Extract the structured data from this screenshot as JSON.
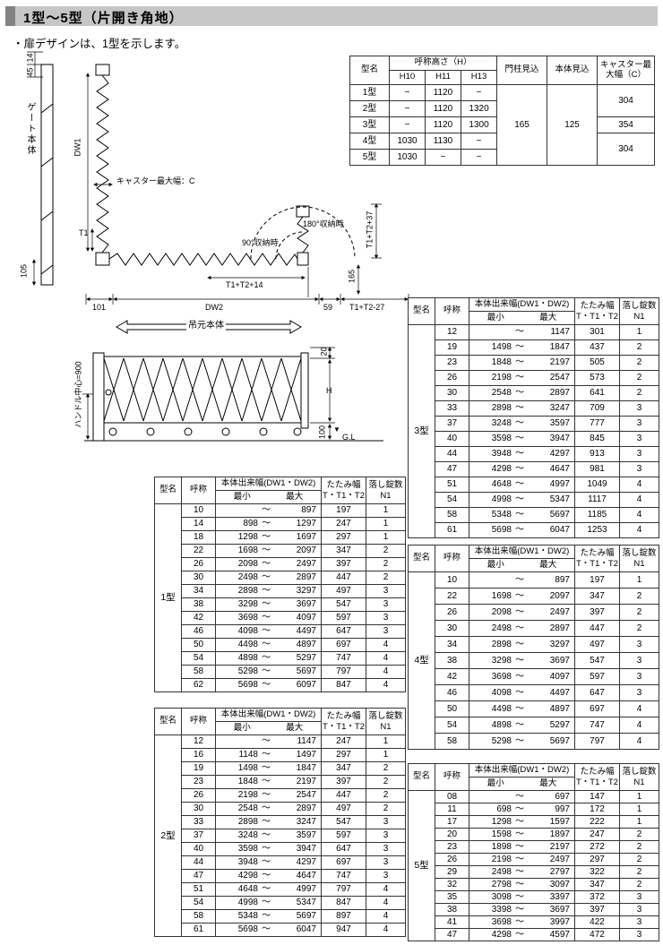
{
  "page": {
    "title": "1型～5型（片開き角地）",
    "note": "・扉デザインは、1型を示します。"
  },
  "glyphs": {
    "tilde": "～",
    "gl_triangle": "▼"
  },
  "heights_table": {
    "col_model": "型名",
    "col_height": "呼称高さ（H）",
    "col_h10": "H10",
    "col_h11": "H11",
    "col_h13": "H13",
    "col_post": "門柱見込",
    "col_body": "本体見込",
    "col_caster": "キャスター最大幅（C）",
    "rows": [
      {
        "model": "1型",
        "h10": "−",
        "h11": "1120",
        "h13": "−"
      },
      {
        "model": "2型",
        "h10": "−",
        "h11": "1120",
        "h13": "1320"
      },
      {
        "model": "3型",
        "h10": "−",
        "h11": "1120",
        "h13": "1300"
      },
      {
        "model": "4型",
        "h10": "1030",
        "h11": "1130",
        "h13": "−"
      },
      {
        "model": "5型",
        "h10": "1030",
        "h11": "−",
        "h13": "−"
      }
    ],
    "post_value": "165",
    "body_value": "125",
    "caster_values": [
      "304",
      "354",
      "304"
    ]
  },
  "spec_headers": {
    "model": "型名",
    "size": "呼称",
    "width": "本体出来幅(DW1・DW2)",
    "min": "最小",
    "max": "最大",
    "fold1": "たたみ幅",
    "fold2": "T・T1・T2",
    "locks1": "落し錠数",
    "locks2": "N1"
  },
  "spec_tables": [
    {
      "model": "1型",
      "rows": [
        [
          "10",
          "",
          "897",
          "197",
          "1"
        ],
        [
          "14",
          "898",
          "1297",
          "247",
          "1"
        ],
        [
          "18",
          "1298",
          "1697",
          "297",
          "1"
        ],
        [
          "22",
          "1698",
          "2097",
          "347",
          "2"
        ],
        [
          "26",
          "2098",
          "2497",
          "397",
          "2"
        ],
        [
          "30",
          "2498",
          "2897",
          "447",
          "2"
        ],
        [
          "34",
          "2898",
          "3297",
          "497",
          "3"
        ],
        [
          "38",
          "3298",
          "3697",
          "547",
          "3"
        ],
        [
          "42",
          "3698",
          "4097",
          "597",
          "3"
        ],
        [
          "46",
          "4098",
          "4497",
          "647",
          "3"
        ],
        [
          "50",
          "4498",
          "4897",
          "697",
          "4"
        ],
        [
          "54",
          "4898",
          "5297",
          "747",
          "4"
        ],
        [
          "58",
          "5298",
          "5697",
          "797",
          "4"
        ],
        [
          "62",
          "5698",
          "6097",
          "847",
          "4"
        ]
      ]
    },
    {
      "model": "2型",
      "rows": [
        [
          "12",
          "",
          "1147",
          "247",
          "1"
        ],
        [
          "16",
          "1148",
          "1497",
          "297",
          "1"
        ],
        [
          "19",
          "1498",
          "1847",
          "347",
          "2"
        ],
        [
          "23",
          "1848",
          "2197",
          "397",
          "2"
        ],
        [
          "26",
          "2198",
          "2547",
          "447",
          "2"
        ],
        [
          "30",
          "2548",
          "2897",
          "497",
          "2"
        ],
        [
          "33",
          "2898",
          "3247",
          "547",
          "3"
        ],
        [
          "37",
          "3248",
          "3597",
          "597",
          "3"
        ],
        [
          "40",
          "3598",
          "3947",
          "647",
          "3"
        ],
        [
          "44",
          "3948",
          "4297",
          "697",
          "3"
        ],
        [
          "47",
          "4298",
          "4647",
          "747",
          "3"
        ],
        [
          "51",
          "4648",
          "4997",
          "797",
          "4"
        ],
        [
          "54",
          "4998",
          "5347",
          "847",
          "4"
        ],
        [
          "58",
          "5348",
          "5697",
          "897",
          "4"
        ],
        [
          "61",
          "5698",
          "6047",
          "947",
          "4"
        ]
      ]
    },
    {
      "model": "3型",
      "rows": [
        [
          "12",
          "",
          "1147",
          "301",
          "1"
        ],
        [
          "19",
          "1498",
          "1847",
          "437",
          "2"
        ],
        [
          "23",
          "1848",
          "2197",
          "505",
          "2"
        ],
        [
          "26",
          "2198",
          "2547",
          "573",
          "2"
        ],
        [
          "30",
          "2548",
          "2897",
          "641",
          "2"
        ],
        [
          "33",
          "2898",
          "3247",
          "709",
          "3"
        ],
        [
          "37",
          "3248",
          "3597",
          "777",
          "3"
        ],
        [
          "40",
          "3598",
          "3947",
          "845",
          "3"
        ],
        [
          "44",
          "3948",
          "4297",
          "913",
          "3"
        ],
        [
          "47",
          "4298",
          "4647",
          "981",
          "3"
        ],
        [
          "51",
          "4648",
          "4997",
          "1049",
          "4"
        ],
        [
          "54",
          "4998",
          "5347",
          "1117",
          "4"
        ],
        [
          "58",
          "5348",
          "5697",
          "1185",
          "4"
        ],
        [
          "61",
          "5698",
          "6047",
          "1253",
          "4"
        ]
      ]
    },
    {
      "model": "4型",
      "rows": [
        [
          "10",
          "",
          "897",
          "197",
          "1"
        ],
        [
          "22",
          "1698",
          "2097",
          "347",
          "2"
        ],
        [
          "26",
          "2098",
          "2497",
          "397",
          "2"
        ],
        [
          "30",
          "2498",
          "2897",
          "447",
          "2"
        ],
        [
          "34",
          "2898",
          "3297",
          "497",
          "3"
        ],
        [
          "38",
          "3298",
          "3697",
          "547",
          "3"
        ],
        [
          "42",
          "3698",
          "4097",
          "597",
          "3"
        ],
        [
          "46",
          "4098",
          "4497",
          "647",
          "3"
        ],
        [
          "50",
          "4498",
          "4897",
          "697",
          "4"
        ],
        [
          "54",
          "4898",
          "5297",
          "747",
          "4"
        ],
        [
          "58",
          "5298",
          "5697",
          "797",
          "4"
        ]
      ]
    },
    {
      "model": "5型",
      "rows": [
        [
          "08",
          "",
          "697",
          "147",
          "1"
        ],
        [
          "11",
          "698",
          "997",
          "172",
          "1"
        ],
        [
          "17",
          "1298",
          "1597",
          "222",
          "1"
        ],
        [
          "20",
          "1598",
          "1897",
          "247",
          "2"
        ],
        [
          "23",
          "1898",
          "2197",
          "272",
          "2"
        ],
        [
          "26",
          "2198",
          "2497",
          "297",
          "2"
        ],
        [
          "29",
          "2498",
          "2797",
          "322",
          "2"
        ],
        [
          "32",
          "2798",
          "3097",
          "347",
          "2"
        ],
        [
          "35",
          "3098",
          "3397",
          "372",
          "3"
        ],
        [
          "38",
          "3398",
          "3697",
          "397",
          "3"
        ],
        [
          "41",
          "3698",
          "3997",
          "422",
          "3"
        ],
        [
          "47",
          "4298",
          "4597",
          "472",
          "3"
        ]
      ]
    }
  ],
  "diagram": {
    "dim_14": "14",
    "dim_45": "45",
    "gate_body": "ゲート本体",
    "dw1": "DW1",
    "caster_width": "キャスター最大幅：C",
    "t1": "T1",
    "stored_180": "180°収納時",
    "stored_90": "90°収納時",
    "t1_t2_37": "T1+T2+37",
    "t1_t2_14": "T1+T2+14",
    "dim_165": "165",
    "dim_105": "105",
    "dim_101": "101",
    "dw2": "DW2",
    "dim_59": "59",
    "t1_t2_27": "T1+T2-27",
    "hanging_body": "吊元本体",
    "handle_center": "ハンドル中心=900",
    "dim_20": "20",
    "height_h": "H",
    "dim_100": "100",
    "ground": "G.L"
  }
}
